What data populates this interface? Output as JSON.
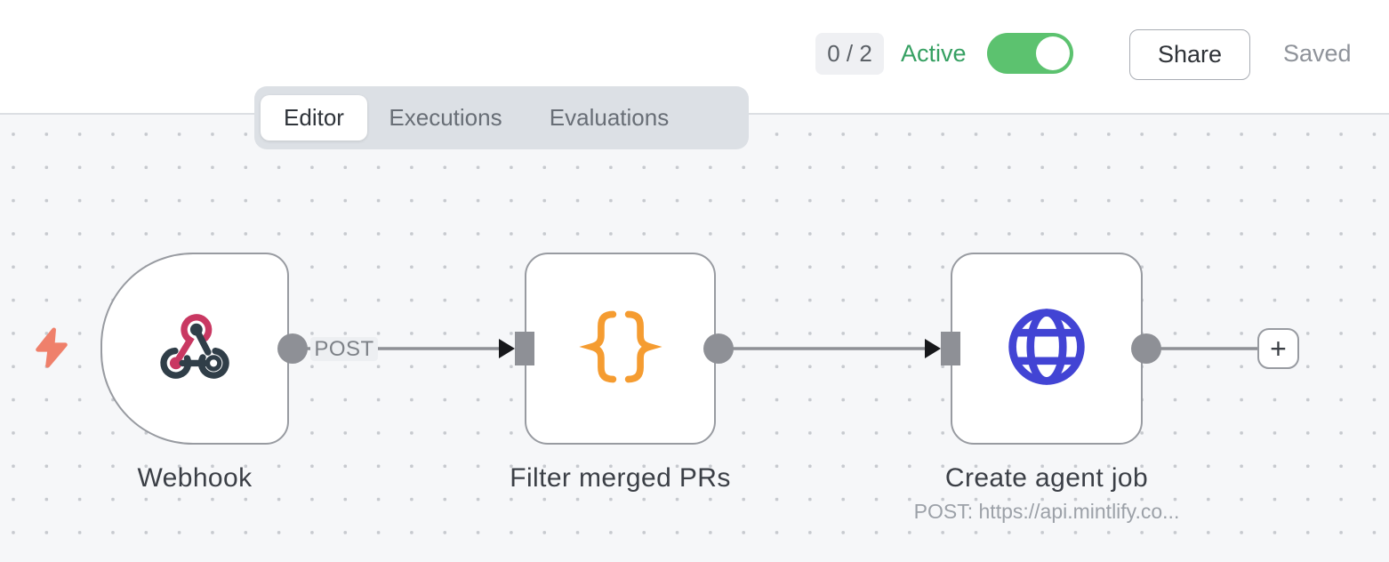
{
  "topbar": {
    "counter": "0 / 2",
    "active_label": "Active",
    "toggle_state": "on",
    "share_label": "Share",
    "saved_label": "Saved"
  },
  "tabs": [
    {
      "label": "Editor",
      "active": true
    },
    {
      "label": "Executions",
      "active": false
    },
    {
      "label": "Evaluations",
      "active": false
    }
  ],
  "canvas": {
    "nodes": [
      {
        "title": "Webhook",
        "icon": "webhook-icon",
        "shape": "trigger-rounded-left"
      },
      {
        "title": "Filter merged PRs",
        "icon": "code-braces-icon",
        "shape": "rounded-rect"
      },
      {
        "title": "Create agent job",
        "subtitle": "POST: https://api.mintlify.co...",
        "icon": "globe-icon",
        "shape": "rounded-rect"
      }
    ],
    "connection_label": "POST",
    "add_node_label": "+"
  },
  "colors": {
    "active_green": "#36a062",
    "toggle_green": "#5cc26f",
    "webhook_pink": "#c93862",
    "webhook_slate": "#303e48",
    "braces_orange": "#f59c31",
    "globe_blue": "#4244d4",
    "bolt_coral": "#ef806b",
    "port_gray": "#8e9096",
    "canvas_bg": "#f6f7f9"
  }
}
